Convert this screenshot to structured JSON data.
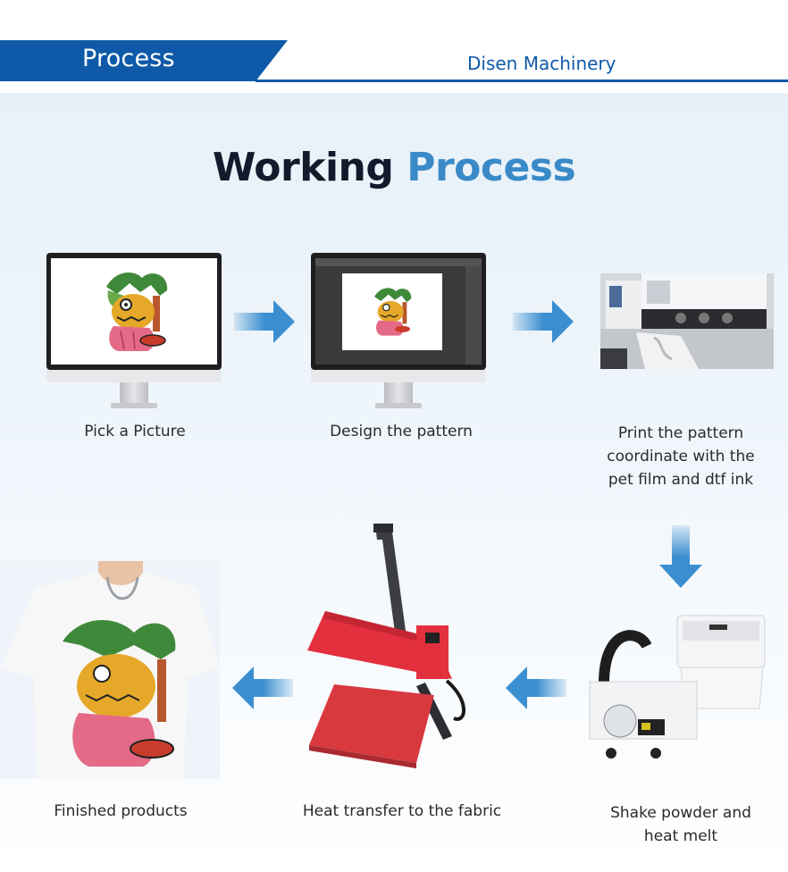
{
  "header": {
    "section_title": "Process",
    "brand": "Disen Machinery"
  },
  "title": {
    "part1": "Working",
    "part2": "Process"
  },
  "steps": [
    {
      "label": "Pick a Picture"
    },
    {
      "label": "Design the pattern"
    },
    {
      "label_lines": [
        "Print the pattern",
        "coordinate with the",
        "pet film and dtf ink"
      ]
    },
    {
      "label_lines": [
        "Shake powder and",
        "heat melt"
      ]
    },
    {
      "label": "Heat transfer to the fabric"
    },
    {
      "label": "Finished products"
    }
  ],
  "colors": {
    "banner_blue": "#0f5aa8",
    "title_dark": "#131a2c",
    "title_accent": "#3a8ac8",
    "arrow_blue": "#3b8fd0",
    "press_red": "#e3303f"
  },
  "icons": [
    "arrow-right-icon",
    "arrow-down-icon",
    "arrow-left-icon"
  ]
}
